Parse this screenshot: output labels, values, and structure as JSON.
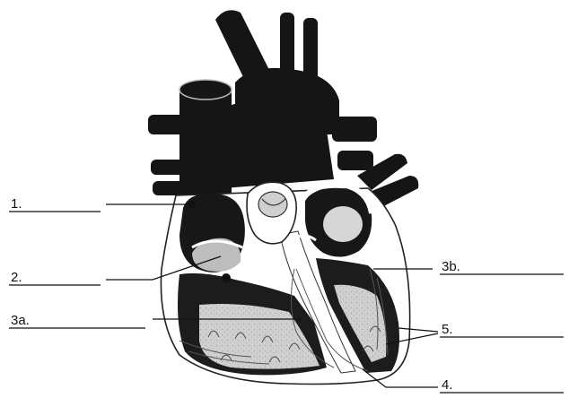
{
  "labels": {
    "l1": "1.",
    "l2": "2.",
    "l3a": "3a.",
    "l3b": "3b.",
    "l4": "4.",
    "l5": "5."
  },
  "colors": {
    "vessel": "#151515",
    "chamber_fill": "#d9d9d9",
    "wall": "#ffffff",
    "outline": "#222222"
  }
}
